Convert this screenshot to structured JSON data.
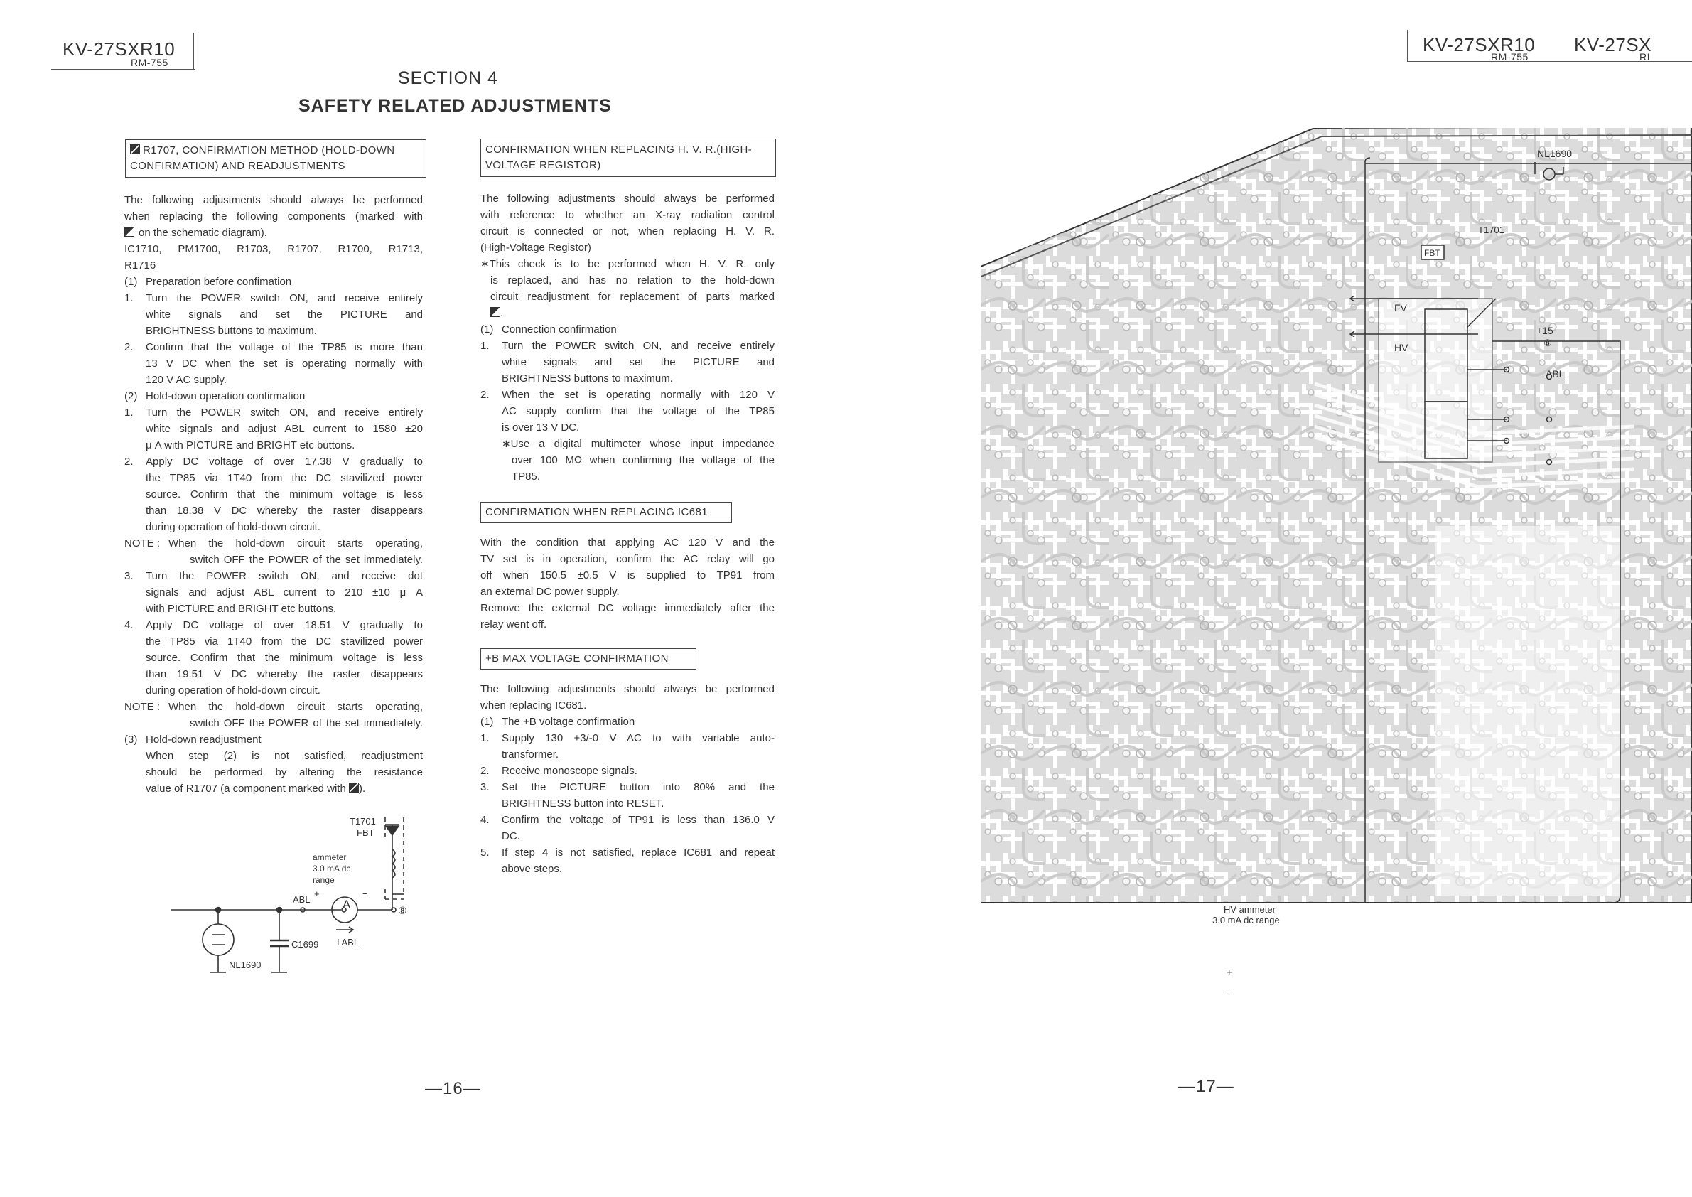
{
  "header_left": {
    "model": "KV-27SXR10",
    "remote": "RM-755"
  },
  "header_right": {
    "model": "KV-27SXR10",
    "remote": "RM-755",
    "model_cut": "KV-27SX",
    "remote_cut": "RI"
  },
  "section": {
    "number": "SECTION 4",
    "title": "SAFETY RELATED ADJUSTMENTS"
  },
  "col1": {
    "box_line1": "R1707, CONFIRMATION METHOD (HOLD-DOWN",
    "box_line2": "CONFIRMATION) AND READJUSTMENTS",
    "intro": [
      "The following adjustments should always be performed",
      "when replacing the following components (marked with",
      "on the schematic diagram).",
      "IC1710, PM1700, R1703, R1707, R1700, R1713,",
      "R1716"
    ],
    "prep_no": "(1)",
    "prep_title": "Preparation before confimation",
    "prep_steps": [
      {
        "n": "1.",
        "lines": [
          "Turn the POWER switch ON, and receive entirely",
          "white signals and set the PICTURE and",
          "BRIGHTNESS buttons to maximum."
        ]
      },
      {
        "n": "2.",
        "lines": [
          "Confirm that the voltage of the TP85 is more than",
          "13 V DC when the set is operating normally with",
          "120 V AC supply."
        ]
      }
    ],
    "hold_no": "(2)",
    "hold_title": "Hold-down operation confirmation",
    "hold_steps_a": [
      {
        "n": "1.",
        "lines": [
          "Turn the POWER switch ON, and receive entirely",
          "white signals and adjust ABL current to 1580 ±20",
          "μ A with PICTURE and BRIGHT etc buttons."
        ]
      },
      {
        "n": "2.",
        "lines": [
          "Apply DC voltage of over 17.38 V gradually to",
          "the TP85 via 1T40 from the DC stavilized power",
          "source. Confirm that the minimum voltage is less",
          "than 18.38 V DC whereby the raster disappears",
          "during operation of hold-down circuit."
        ]
      }
    ],
    "note1_key": "NOTE :",
    "note1_lines": [
      "When the hold-down circuit starts operating,",
      "switch OFF the POWER of the set immediately."
    ],
    "hold_steps_b": [
      {
        "n": "3.",
        "lines": [
          "Turn the POWER switch ON, and receive dot",
          "signals and adjust ABL current to 210 ±10 μ A",
          "with PICTURE and BRIGHT etc buttons."
        ]
      },
      {
        "n": "4.",
        "lines": [
          "Apply DC voltage of over 18.51 V gradually to",
          "the TP85 via 1T40 from the DC stavilized power",
          "source. Confirm that the minimum voltage is less",
          "than 19.51 V DC whereby the raster disappears",
          "during operation of hold-down circuit."
        ]
      }
    ],
    "note2_key": "NOTE :",
    "note2_lines": [
      "When the hold-down circuit starts operating,",
      "switch OFF the POWER of the set immediately."
    ],
    "readj_no": "(3)",
    "readj_title": "Hold-down readjustment",
    "readj_lines": [
      "When step (2) is not satisfied, readjustment",
      "should be performed by altering the resistance",
      "value of R1707 (a component marked with"
    ],
    "readj_end": ")."
  },
  "diagram": {
    "t1701": "T1701",
    "fbt": "FBT",
    "ammeter": "ammeter",
    "range1": "3.0 mA dc",
    "range2": "range",
    "abl": "ABL",
    "plus": "+",
    "minus": "−",
    "a": "A",
    "pin": "⑧",
    "c1699": "C1699",
    "iabl": "I ABL",
    "nl1690": "NL1690"
  },
  "col2": {
    "box1_line1": "CONFIRMATION WHEN REPLACING H. V. R.(HIGH-",
    "box1_line2": "VOLTAGE REGISTOR)",
    "intro": [
      "The following adjustments should always be performed",
      "with reference to whether an X-ray radiation control",
      "circuit is connected or not, when replacing H. V. R.",
      "(High-Voltage Registor)"
    ],
    "star_lines": [
      "∗This check is to be performed when H. V. R. only",
      "is replaced, and has no relation to the hold-down",
      "circuit readjustment for replacement of parts marked"
    ],
    "conn_no": "(1)",
    "conn_title": "Connection confirmation",
    "conn_steps": [
      {
        "n": "1.",
        "lines": [
          "Turn the POWER switch ON, and receive entirely",
          "white signals and set the PICTURE and",
          "BRIGHTNESS buttons to maximum."
        ]
      },
      {
        "n": "2.",
        "lines": [
          "When the set is operating normally with 120 V",
          "AC supply confirm that the voltage of the TP85",
          "is over 13 V DC.",
          "∗Use a digital multimeter whose input impedance",
          "over 100 MΩ when confirming the voltage of the",
          "TP85."
        ]
      }
    ],
    "box2": "CONFIRMATION WHEN REPLACING IC681",
    "ic_lines": [
      "With the condition that applying AC 120 V and the",
      "TV set is in operation, confirm the AC relay will go",
      "off when 150.5 ±0.5 V is supplied to TP91 from",
      "an external DC power supply.",
      "Remove the external DC voltage immediately after the",
      "relay went off."
    ],
    "box3": "+B MAX VOLTAGE CONFIRMATION",
    "b_intro": [
      "The following adjustments should always be performed",
      "when replacing IC681."
    ],
    "b_no": "(1)",
    "b_title": "The +B voltage confirmation",
    "b_steps": [
      {
        "n": "1.",
        "lines": [
          "Supply 130 +3/-0 V AC to with variable auto-",
          "transformer."
        ]
      },
      {
        "n": "2.",
        "lines": [
          "Receive monoscope signals."
        ]
      },
      {
        "n": "3.",
        "lines": [
          "Set the PICTURE button into 80% and the",
          "BRIGHTNESS button into RESET."
        ]
      },
      {
        "n": "4.",
        "lines": [
          "Confirm the voltage of TP91 is less than 136.0 V",
          "DC."
        ]
      },
      {
        "n": "5.",
        "lines": [
          "If step 4 is not satisfied, replace IC681 and repeat",
          "above steps."
        ]
      }
    ]
  },
  "pcb": {
    "nl1690": "NL1690",
    "t1701": "T1701",
    "fbt": "FBT",
    "fv": "FV",
    "hv": "HV",
    "plus15": "+15",
    "pin8": "⑧",
    "abl": "ABL",
    "hv_ammeter": "HV ammeter",
    "range": "3.0 mA dc range",
    "plus": "+",
    "minus": "−"
  },
  "page_numbers": {
    "left": "—16—",
    "right": "—17—"
  }
}
